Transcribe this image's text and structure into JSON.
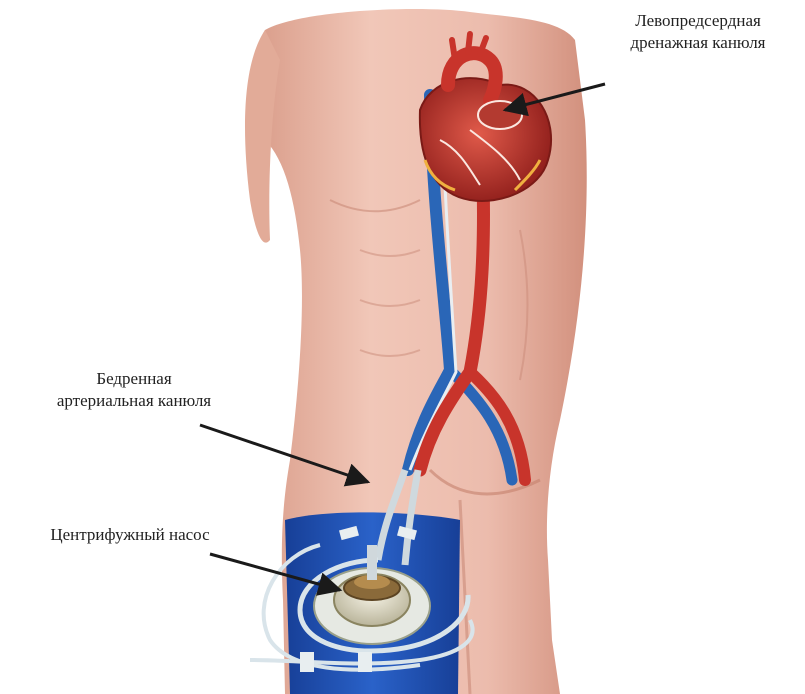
{
  "labels": {
    "left_atrial_cannula": [
      "Левопредсердная",
      "дренажная канюля"
    ],
    "femoral_arterial_cannula": [
      "Бедренная",
      "артериальная канюля"
    ],
    "centrifugal_pump": [
      "Центрифужный насос"
    ]
  },
  "colors": {
    "skin": "#e9b7a6",
    "artery": "#c8342b",
    "vein": "#2a66b7",
    "thigh_wrap": "#1f4fb3",
    "tube": "#d9e4ea",
    "arrow": "#1a1a1a"
  }
}
